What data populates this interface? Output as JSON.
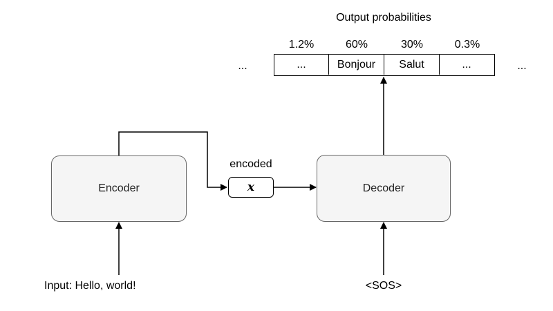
{
  "title": "Output probabilities",
  "output_tokens": [
    {
      "token": "...",
      "probability": "1.2%"
    },
    {
      "token": "Bonjour",
      "probability": "60%"
    },
    {
      "token": "Salut",
      "probability": "30%"
    },
    {
      "token": "...",
      "probability": "0.3%"
    }
  ],
  "left_ellipsis": "...",
  "right_ellipsis": "...",
  "encoder_label": "Encoder",
  "decoder_label": "Decoder",
  "encoded_label": "encoded",
  "encoded_symbol": "x",
  "input_label": "Input: Hello, world!",
  "sos_label": "<SOS>"
}
